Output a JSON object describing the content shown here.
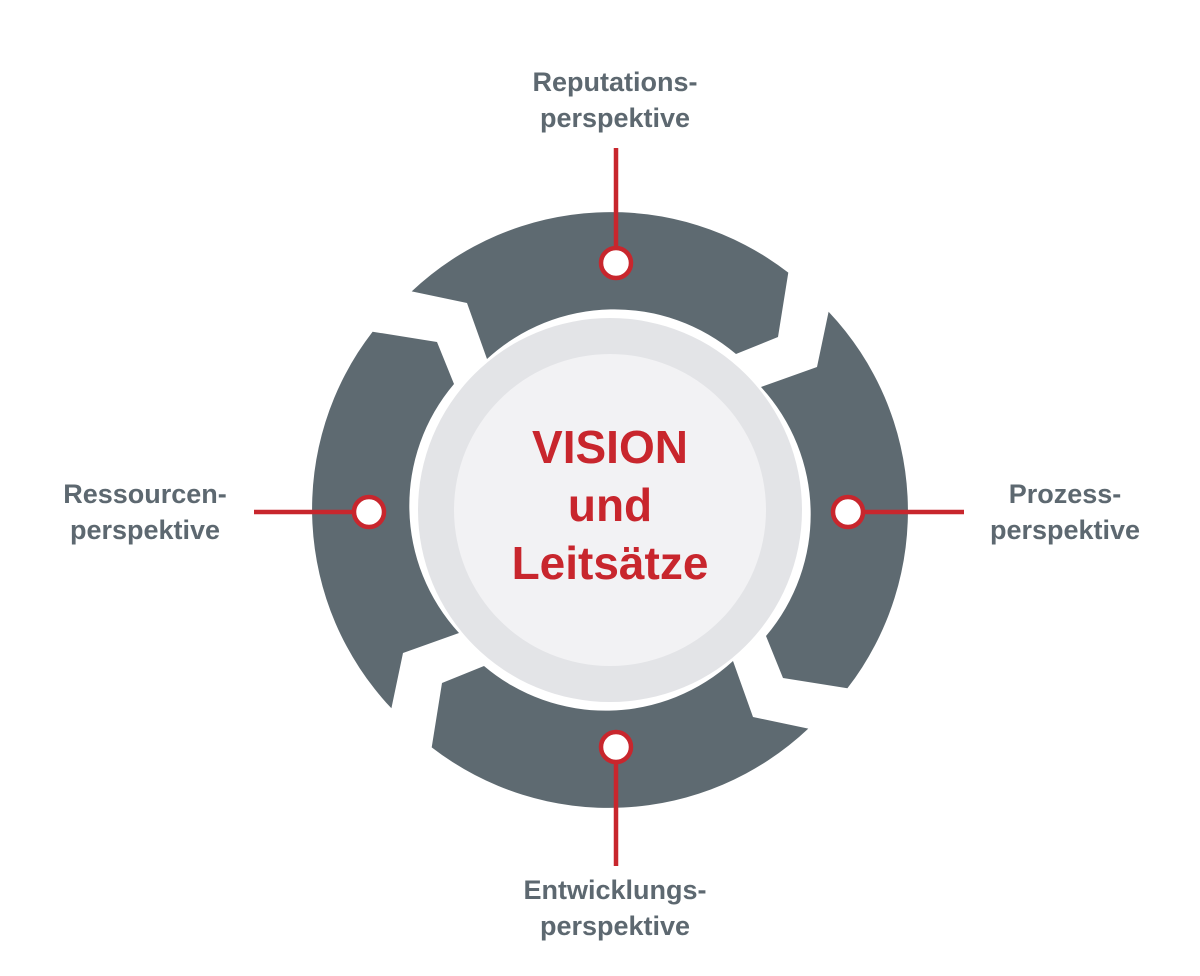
{
  "center": {
    "line1": "VISION",
    "line2": "und",
    "line3": "Leitsätze"
  },
  "perspectives": [
    {
      "id": "top",
      "line1": "Reputations-",
      "line2": "perspektive"
    },
    {
      "id": "right",
      "line1": "Prozess-",
      "line2": "perspektive"
    },
    {
      "id": "bottom",
      "line1": "Entwicklungs-",
      "line2": "perspektive"
    },
    {
      "id": "left",
      "line1": "Ressourcen-",
      "line2": "perspektive"
    }
  ],
  "colors": {
    "segment": "#5e6a71",
    "accent": "#c8262d",
    "inner_ring": "#e6e7ea",
    "inner_disc": "#f2f2f4",
    "label_text": "#5d6870"
  }
}
